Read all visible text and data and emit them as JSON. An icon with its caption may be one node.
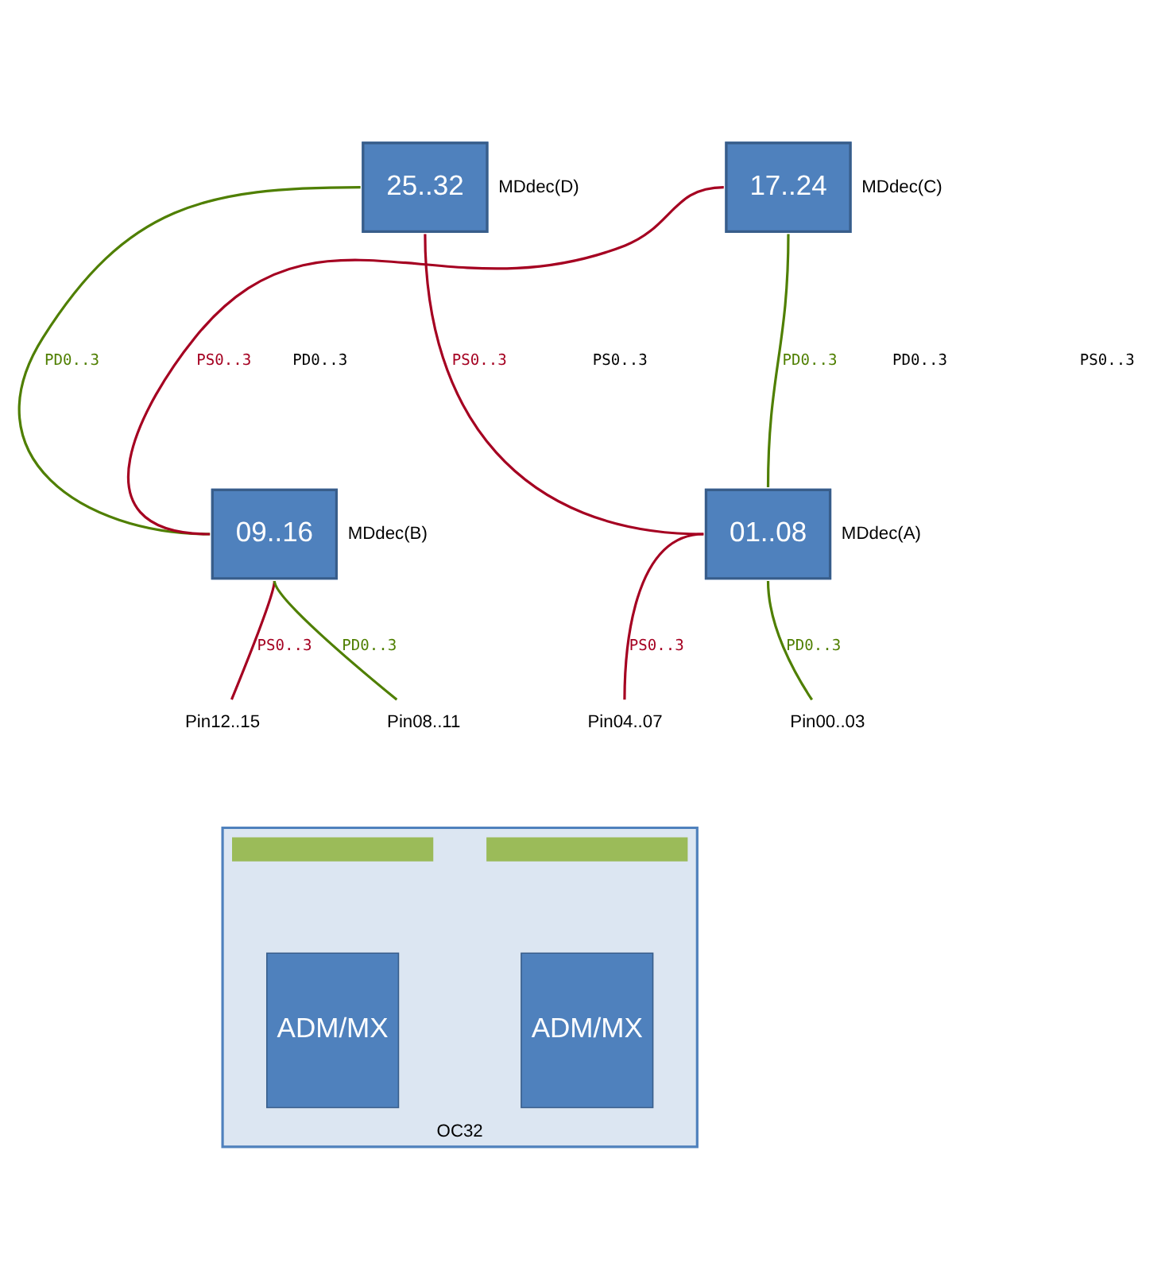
{
  "diagram": {
    "nodes": [
      {
        "text": [
          "25..32"
        ],
        "beside": [
          "MDdec(D)"
        ]
      },
      {
        "text": [
          "17..24"
        ],
        "beside": [
          "MDdec(C)"
        ]
      },
      {
        "text": [
          "09..16"
        ],
        "beside": [
          "MDdec(B)"
        ]
      },
      {
        "text": [
          "01..08"
        ],
        "beside": [
          "MDdec(A)"
        ]
      },
      {
        "text": [
          "Pin12..15"
        ]
      },
      {
        "text": [
          "Pin08..11"
        ]
      },
      {
        "text": [
          "Pin04..07"
        ]
      },
      {
        "text": [
          "Pin00..03"
        ]
      },
      {
        "text": [
          "OC32"
        ]
      },
      {
        "text": [],
        "shape": "bar",
        "in": 8
      },
      {
        "text": [],
        "shape": "bar",
        "in": 8
      },
      {
        "text": [
          "ADM/MX"
        ],
        "in": 8
      },
      {
        "text": [
          "ADM/MX"
        ],
        "in": 8
      }
    ],
    "edges": [
      {
        "from": 0,
        "to": 3,
        "arrow": "none",
        "label": "PS0..3",
        "color": "#a50021"
      },
      {
        "from": 0,
        "to": 2,
        "arrow": "none",
        "label": "PD0..3",
        "color": "#4f7f00"
      },
      {
        "from": 1,
        "to": 2,
        "arrow": "none",
        "label": "PS0..3",
        "color": "#a50021"
      },
      {
        "from": 1,
        "to": 3,
        "arrow": "none",
        "label": "PD0..3",
        "color": "#4f7f00"
      },
      {
        "from": 2,
        "to": 4,
        "arrow": "none",
        "label": "PS0..3",
        "color": "#a50021"
      },
      {
        "from": 2,
        "to": 5,
        "arrow": "none",
        "label": "PD0..3",
        "color": "#4f7f00"
      },
      {
        "from": 3,
        "to": 6,
        "arrow": "none",
        "label": "PS0..3",
        "color": "#a50021"
      },
      {
        "from": 3,
        "to": 7,
        "arrow": "none",
        "label": "PD0..3",
        "color": "#4f7f00"
      }
    ],
    "labels": [
      "PD0..3",
      "PS0..3",
      "PD0..3",
      "PS0..3"
    ]
  }
}
